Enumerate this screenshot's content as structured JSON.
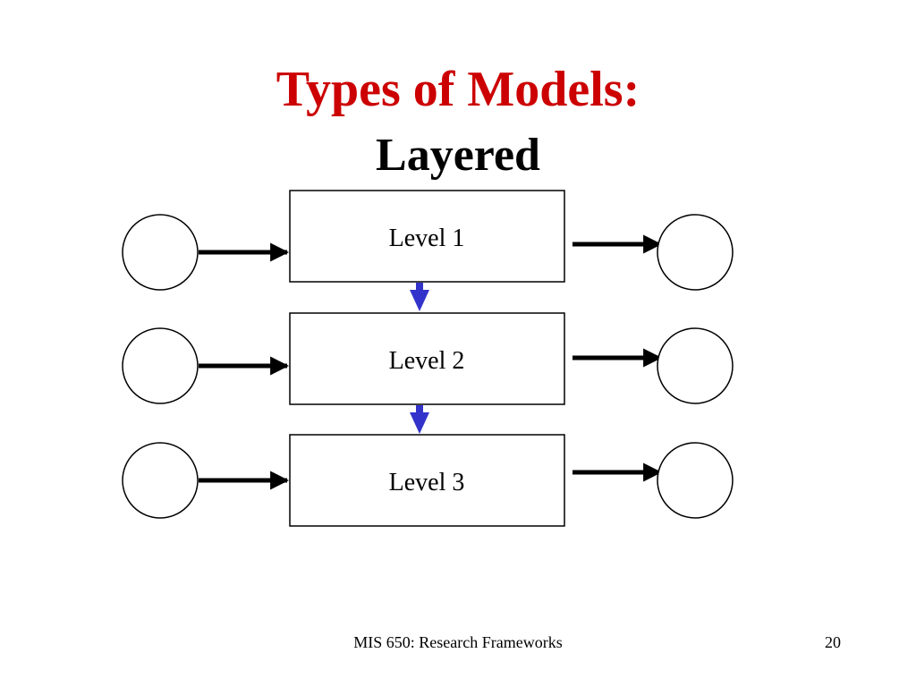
{
  "slide": {
    "title": "Types of Models:",
    "subtitle": "Layered",
    "title_color": "#cc0000",
    "subtitle_color": "#000000"
  },
  "diagram": {
    "levels": [
      {
        "label": "Level 1"
      },
      {
        "label": "Level 2"
      },
      {
        "label": "Level 3"
      }
    ],
    "arrow_color": "#000000",
    "down_arrow_color": "#3333cc"
  },
  "footer": {
    "text": "MIS 650: Research Frameworks",
    "page": "20"
  }
}
